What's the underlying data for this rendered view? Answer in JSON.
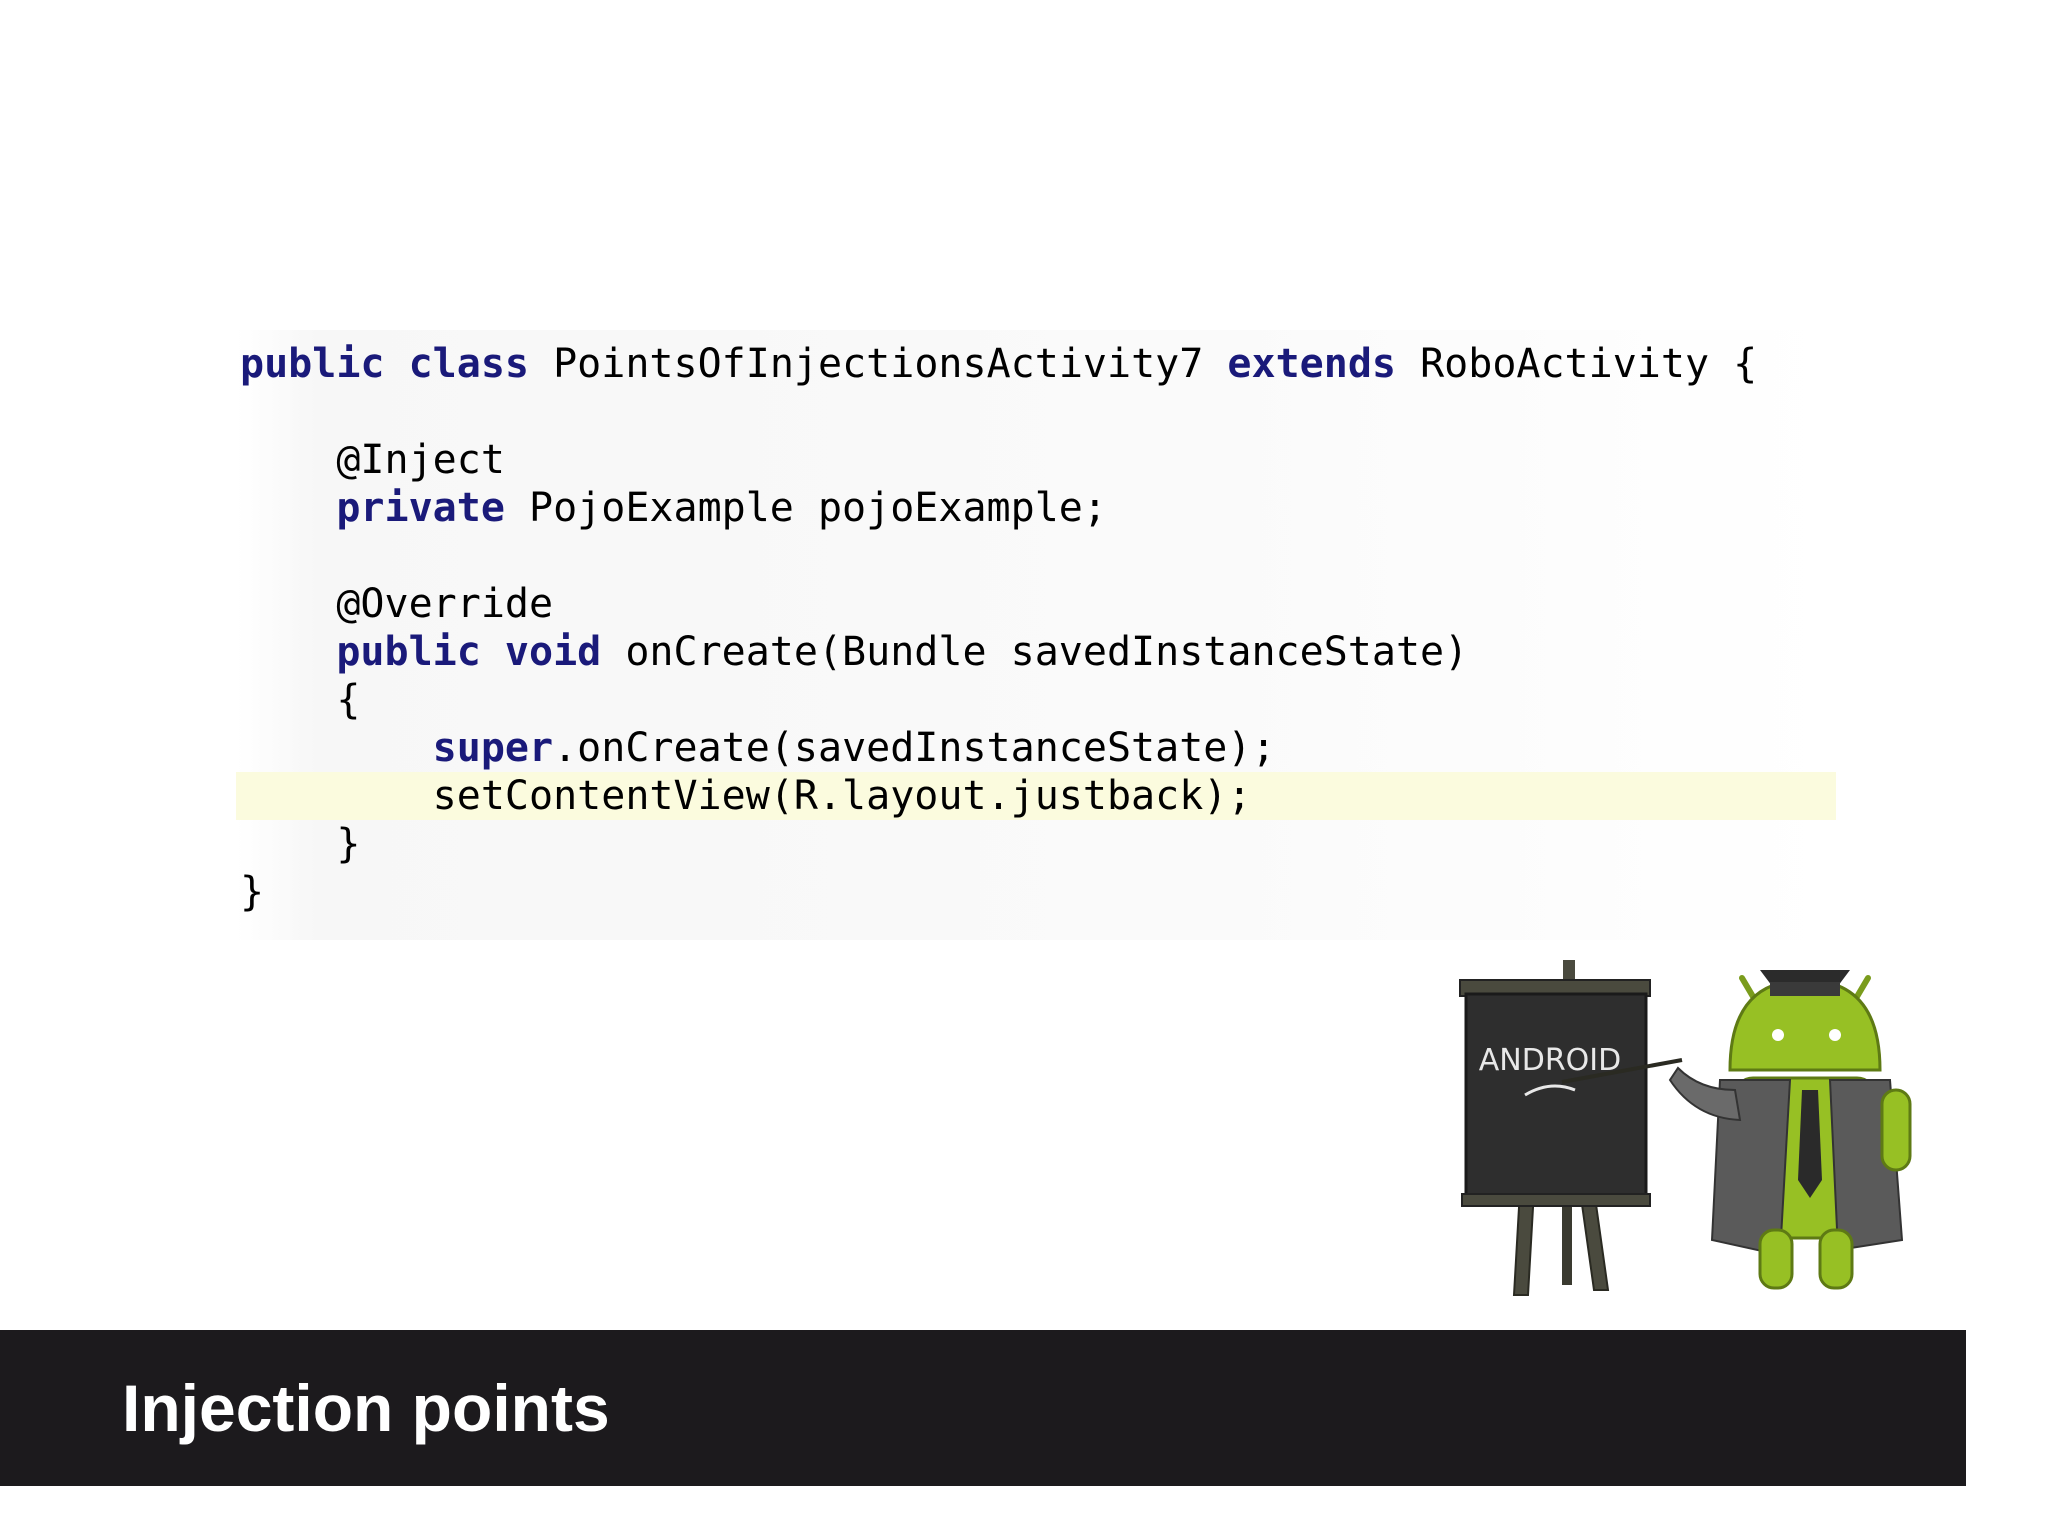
{
  "code": {
    "lines": [
      {
        "indent": "",
        "keywords": [
          "public",
          "class"
        ],
        "rest": " PointsOfInjectionsActivity7 ",
        "kw2": "extends",
        "tail": " RoboActivity {"
      },
      {
        "text": ""
      },
      {
        "text": "    @Inject"
      },
      {
        "indent": "    ",
        "keyword": "private",
        "rest": " PojoExample pojoExample;"
      },
      {
        "text": ""
      },
      {
        "text": "    @Override"
      },
      {
        "indent": "    ",
        "keyword": "public void",
        "rest": " onCreate(Bundle savedInstanceState)"
      },
      {
        "text": "    {"
      },
      {
        "indent": "        ",
        "keyword": "super",
        "rest": ".onCreate(savedInstanceState);"
      },
      {
        "text": "        setContentView(R.layout.justback);",
        "highlight": true
      },
      {
        "text": "    }"
      },
      {
        "text": "}"
      }
    ]
  },
  "mascot": {
    "board_text": "ANDROID",
    "colors": {
      "android_green": "#97c024",
      "board": "#2e2e2e",
      "easel": "#4a4a3e",
      "gown": "#5a5a5a"
    }
  },
  "footer": {
    "title": "Injection points",
    "background": "#1c1a1d"
  }
}
